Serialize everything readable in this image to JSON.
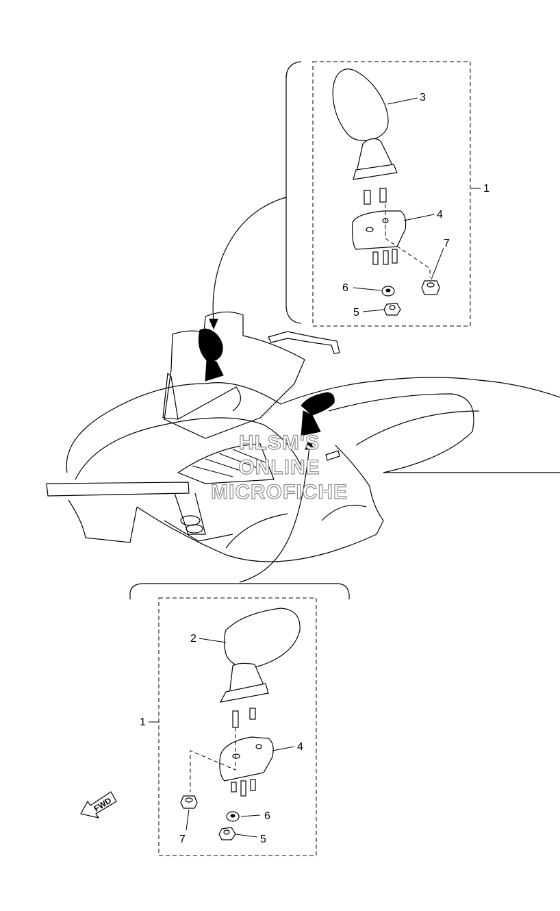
{
  "callouts": {
    "top": {
      "assembly": "1",
      "mirror_left": "3",
      "bracket": "4",
      "nut": "5",
      "washer": "6",
      "flange_nut": "7"
    },
    "bottom": {
      "assembly": "1",
      "mirror_right": "2",
      "bracket": "4",
      "nut": "5",
      "washer": "6",
      "flange_nut": "7"
    }
  },
  "watermark": {
    "line1": "HLSM'S",
    "line2": "ONLINE",
    "line3": "MICROFICHE"
  },
  "direction_arrow": {
    "label": "FWD"
  }
}
